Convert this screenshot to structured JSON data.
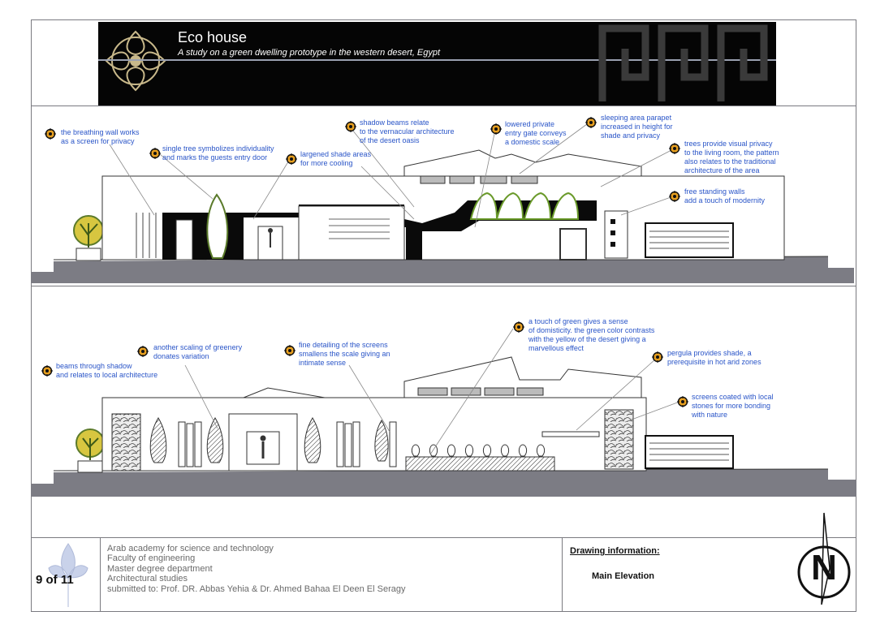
{
  "header": {
    "title": "Eco house",
    "subtitle": "A study on a green dwelling prototype in the western desert, Egypt"
  },
  "colors": {
    "banner": "#050505",
    "annotation": "#2a55c8",
    "ground": "#7c7c84",
    "shade": "#0a0a0a",
    "frame": "#7a7a80"
  },
  "elevation_top": {
    "notes": [
      "the breathing wall works\nas a screen for privacy",
      "single tree symbolizes individuality\nand marks the guests entry door",
      "largened shade areas\nfor more cooling",
      "shadow beams relate\nto the vernacular architecture\nof the desert oasis",
      "lowered private\nentry gate conveys\na domestic scale",
      "sleeping area parapet\nincreased in height for\nshade and privacy",
      "trees provide visual privacy\nto the living room, the pattern\nalso relates to the traditional\narchitecture of the area",
      "free standing walls\nadd a touch of modernity"
    ]
  },
  "elevation_bottom": {
    "notes": [
      "beams through shadow\nand relates to local architecture",
      "another scaling of greenery\ndonates variation",
      "fine detailing of the screens\nsmallens the scale giving an\nintimate sense",
      "a touch of green gives a sense\nof domisticity. the green color contrasts\nwith the yellow of the desert giving a\nmarvellous effect",
      "pergula provides shade, a\nprerequisite in hot arid zones",
      "screens coated with local\nstones for more bonding\nwith nature"
    ]
  },
  "title_block": {
    "page": "9 of 11",
    "lines": [
      "Arab academy for science and technology",
      "Faculty of engineering",
      "Master degree department",
      "Architectural studies",
      "submitted to: Prof. DR. Abbas Yehia & Dr. Ahmed Bahaa El Deen El Seragy"
    ],
    "drawing_info_label": "Drawing information:",
    "drawing_title": "Main Elevation",
    "north_letter": "N"
  }
}
